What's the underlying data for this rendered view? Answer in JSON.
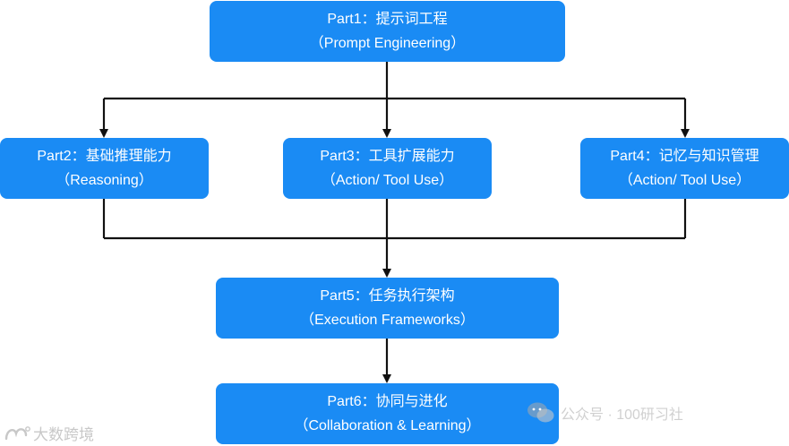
{
  "nodes": {
    "part1": {
      "line1": "Part1：提示词工程",
      "line2": "（Prompt Engineering）"
    },
    "part2": {
      "line1": "Part2：基础推理能力",
      "line2": "（Reasoning）"
    },
    "part3": {
      "line1": "Part3：工具扩展能力",
      "line2": "（Action/ Tool Use）"
    },
    "part4": {
      "line1": "Part4：记忆与知识管理",
      "line2": "（Action/ Tool Use）"
    },
    "part5": {
      "line1": "Part5：任务执行架构",
      "line2": "（Execution Frameworks）"
    },
    "part6": {
      "line1": "Part6：协同与进化",
      "line2": "（Collaboration & Learning）"
    }
  },
  "watermarks": {
    "left_text": "大数跨境",
    "right_text": "公众号 · 100研习社"
  },
  "colors": {
    "box_fill": "#1a8bf4",
    "box_text": "#ffffff",
    "connector": "#111111",
    "background": "#ffffff"
  }
}
